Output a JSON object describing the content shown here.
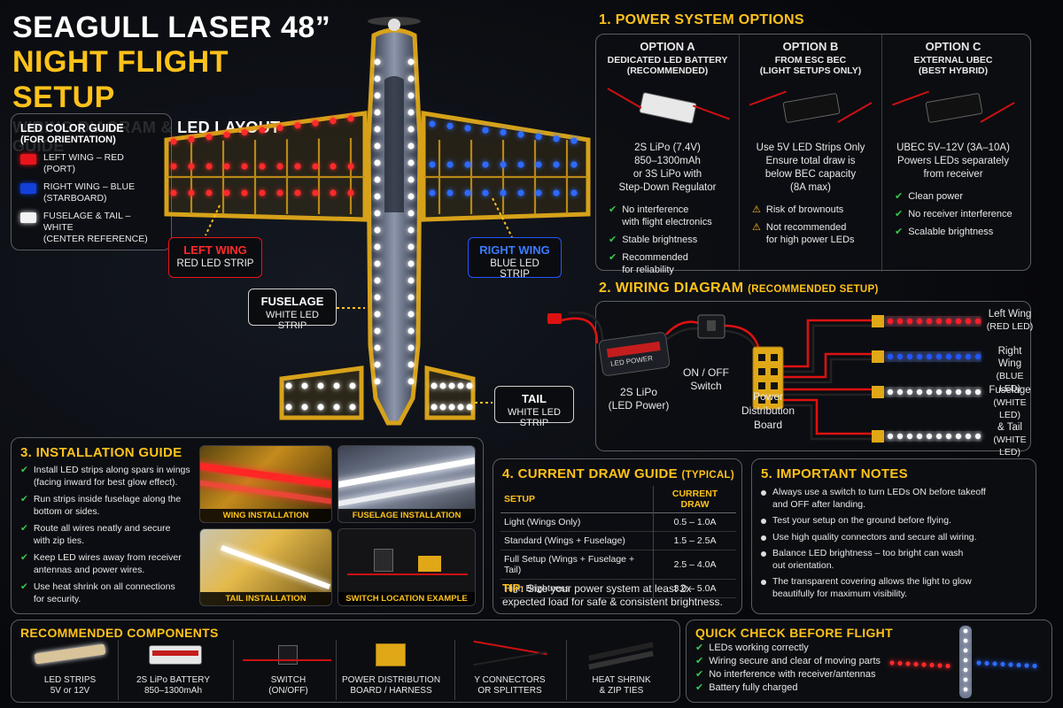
{
  "header": {
    "line1": "SEAGULL LASER 48”",
    "line2": "NIGHT FLIGHT SETUP",
    "line3": "WIRING DIAGRAM & LED LAYOUT GUIDE"
  },
  "color_guide": {
    "title": "LED COLOR GUIDE",
    "subtitle": "(FOR ORIENTATION)",
    "items": [
      {
        "color": "#e8141b",
        "l1": "LEFT WING – RED",
        "l2": "(PORT)"
      },
      {
        "color": "#1240d8",
        "l1": "RIGHT WING – BLUE",
        "l2": "(STARBOARD)"
      },
      {
        "color": "#f2f2f2",
        "l1": "FUSELAGE & TAIL – WHITE",
        "l2": "(CENTER REFERENCE)"
      }
    ]
  },
  "callouts": {
    "left_wing": {
      "title": "LEFT WING",
      "sub": "RED LED STRIP"
    },
    "right_wing": {
      "title": "RIGHT WING",
      "sub": "BLUE LED STRIP"
    },
    "fuselage": {
      "title": "FUSELAGE",
      "sub": "WHITE LED STRIP"
    },
    "tail": {
      "title": "TAIL",
      "sub": "WHITE LED STRIP"
    }
  },
  "power": {
    "title": "1. POWER SYSTEM OPTIONS",
    "options": [
      {
        "name": "OPTION A",
        "s1": "DEDICATED LED BATTERY",
        "s2": "(RECOMMENDED)",
        "desc": [
          "2S LiPo (7.4V)",
          "850–1300mAh",
          "or 3S LiPo with",
          "Step-Down Regulator"
        ],
        "notes": [
          {
            "kind": "check",
            "l": [
              "No interference",
              "with flight electronics"
            ]
          },
          {
            "kind": "check",
            "l": [
              "Stable brightness"
            ]
          },
          {
            "kind": "check",
            "l": [
              "Recommended",
              "for reliability"
            ]
          }
        ]
      },
      {
        "name": "OPTION B",
        "s1": "FROM ESC BEC",
        "s2": "(LIGHT SETUPS ONLY)",
        "desc": [
          "Use 5V LED Strips Only",
          "Ensure total draw is",
          "below BEC capacity",
          "(8A max)"
        ],
        "notes": [
          {
            "kind": "warn",
            "l": [
              "Risk of brownouts"
            ]
          },
          {
            "kind": "warn",
            "l": [
              "Not recommended",
              "for high power LEDs"
            ]
          }
        ]
      },
      {
        "name": "OPTION C",
        "s1": "EXTERNAL UBEC",
        "s2": "(BEST HYBRID)",
        "desc": [
          "UBEC 5V–12V (3A–10A)",
          "Powers LEDs separately",
          "from receiver"
        ],
        "notes": [
          {
            "kind": "check",
            "l": [
              "Clean power"
            ]
          },
          {
            "kind": "check",
            "l": [
              "No receiver interference"
            ]
          },
          {
            "kind": "check",
            "l": [
              "Scalable brightness"
            ]
          }
        ]
      }
    ]
  },
  "wiring": {
    "title": "2. WIRING DIAGRAM",
    "title_small": "(RECOMMENDED SETUP)",
    "battery": [
      "2S LiPo",
      "(LED Power)"
    ],
    "battery_label": "LED POWER",
    "switch": [
      "ON / OFF",
      "Switch"
    ],
    "pdb": [
      "Power",
      "Distribution",
      "Board"
    ],
    "strips": [
      {
        "l1": "Left Wing",
        "l2": "(RED LED)",
        "color": "#ff1f2b"
      },
      {
        "l1": "Right Wing",
        "l2": "(BLUE LED)",
        "color": "#2456ff"
      },
      {
        "l1": "Fuselage",
        "l2": "(WHITE LED)",
        "color": "#f4f4f4"
      },
      {
        "l1": "& Tail",
        "l2": "(WHITE LED)",
        "color": "#f4f4f4"
      }
    ]
  },
  "install": {
    "title": "3. INSTALLATION GUIDE",
    "items": [
      [
        "Install LED strips along spars in wings",
        "(facing inward for best glow effect)."
      ],
      [
        "Run strips inside fuselage along the",
        "bottom or sides."
      ],
      [
        "Route all wires neatly and secure",
        "with zip ties."
      ],
      [
        "Keep LED wires away from receiver",
        "antennas and power wires."
      ],
      [
        "Use heat shrink on all connections",
        "for security."
      ]
    ],
    "photos": [
      "WING INSTALLATION",
      "FUSELAGE INSTALLATION",
      "TAIL INSTALLATION",
      "SWITCH LOCATION EXAMPLE"
    ]
  },
  "current": {
    "title": "4. CURRENT DRAW GUIDE",
    "title_small": "(TYPICAL)",
    "headers": [
      "SETUP",
      "CURRENT DRAW"
    ],
    "rows": [
      [
        "Light (Wings Only)",
        "0.5 – 1.0A"
      ],
      [
        "Standard (Wings + Fuselage)",
        "1.5 – 2.5A"
      ],
      [
        "Full Setup (Wings + Fuselage + Tail)",
        "2.5 – 4.0A"
      ],
      [
        "High Brightness",
        "3.0 – 5.0A"
      ]
    ],
    "tip_label": "TIP:",
    "tip_l1": "Size your power system at least 2x",
    "tip_l2": "expected load for safe & consistent brightness."
  },
  "notes": {
    "title": "5. IMPORTANT NOTES",
    "items": [
      [
        "Always use a switch to turn LEDs ON before takeoff",
        "and OFF after landing."
      ],
      [
        "Test your setup on the ground before flying."
      ],
      [
        "Use high quality connectors and secure all wiring."
      ],
      [
        "Balance LED brightness – too bright can wash",
        "out orientation."
      ],
      [
        "The transparent covering allows the light to glow",
        "beautifully for maximum visibility."
      ]
    ]
  },
  "components": {
    "title": "RECOMMENDED COMPONENTS",
    "items": [
      {
        "l1": "LED STRIPS",
        "l2": "5V or 12V"
      },
      {
        "l1": "2S LiPo BATTERY",
        "l2": "850–1300mAh"
      },
      {
        "l1": "SWITCH",
        "l2": "(ON/OFF)"
      },
      {
        "l1": "POWER DISTRIBUTION",
        "l2": "BOARD / HARNESS"
      },
      {
        "l1": "Y CONNECTORS",
        "l2": "OR SPLITTERS"
      },
      {
        "l1": "HEAT SHRINK",
        "l2": "& ZIP TIES"
      }
    ]
  },
  "quick": {
    "title": "QUICK CHECK BEFORE FLIGHT",
    "items": [
      "LEDs working correctly",
      "Wiring secure and clear of moving parts",
      "No interference with receiver/antennas",
      "Battery fully charged"
    ]
  }
}
